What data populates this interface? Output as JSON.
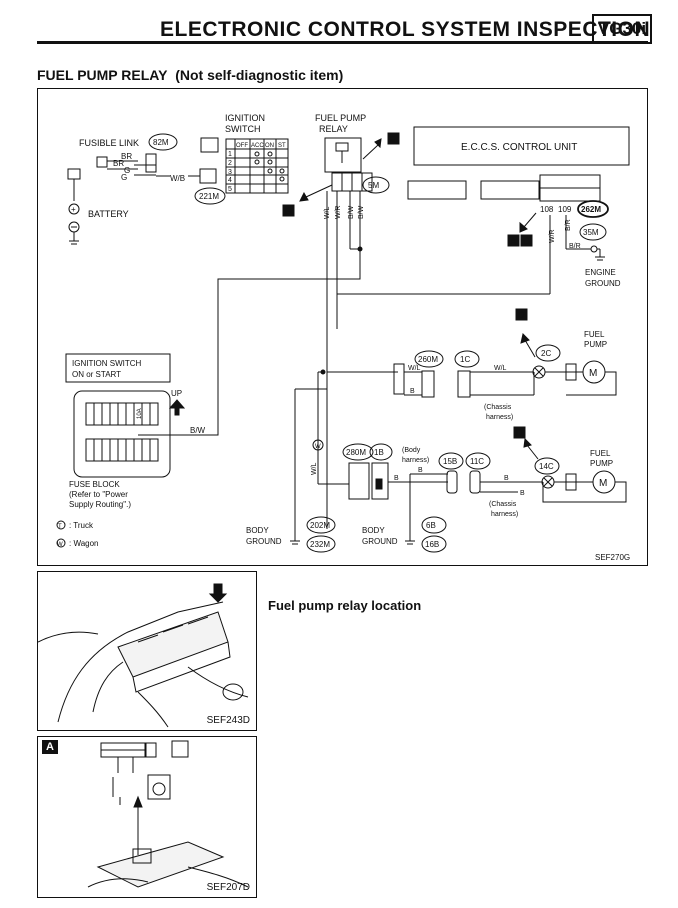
{
  "header": {
    "title": "ELECTRONIC CONTROL SYSTEM INSPECTION",
    "model": "VG30i"
  },
  "section": {
    "heading": "FUEL PUMP RELAY",
    "subheading": "(Not self-diagnostic item)"
  },
  "diagram": {
    "code": "SEF270G",
    "fusible_link": "FUSIBLE LINK",
    "battery": "BATTERY",
    "ignition_switch": [
      "IGNITION",
      "SWITCH"
    ],
    "fuel_pump_relay": [
      "FUEL PUMP",
      "RELAY"
    ],
    "eccs": "E.C.C.S. CONTROL UNIT",
    "engine_ground": [
      "ENGINE",
      "GROUND"
    ],
    "ign_on_start": [
      "IGNITION SWITCH",
      "ON or START"
    ],
    "fuse": "10A",
    "up": "UP",
    "fuse_block": [
      "FUSE BLOCK",
      "(Refer to \"Power",
      "Supply Routing\".)"
    ],
    "fuel_pump": [
      "FUEL",
      "PUMP"
    ],
    "chassis_harness": [
      "(Chassis",
      "harness)"
    ],
    "body_harness": [
      "(Body",
      "harness)"
    ],
    "body_ground": [
      "BODY",
      "GROUND"
    ],
    "legend_truck": ": Truck",
    "legend_wagon": ": Wagon",
    "legend_t": "T",
    "legend_w": "W",
    "ign_table": {
      "headers": [
        "OFF",
        "ACC",
        "ON",
        "ST"
      ],
      "rows": [
        "1",
        "2",
        "3",
        "4",
        "5"
      ]
    },
    "connectors": [
      "82M",
      "221M",
      "5M",
      "262M",
      "35M",
      "260M",
      "1C",
      "2C",
      "280M",
      "1B",
      "15B",
      "11C",
      "14C",
      "202M",
      "232M",
      "6B",
      "16B"
    ],
    "terminals": [
      "108",
      "109"
    ],
    "wires": [
      "BR",
      "BR",
      "G",
      "G",
      "W/B",
      "W/L",
      "W/R",
      "B/W",
      "B/W",
      "W/R",
      "B/R",
      "B/R",
      "W/L",
      "B",
      "B/W",
      "W/L",
      "B",
      "W/L",
      "W/L",
      "B",
      "B",
      "B",
      "B",
      "M"
    ],
    "ref_markers": [
      "B",
      "E",
      "A",
      "C",
      "D",
      "D"
    ]
  },
  "photos": [
    {
      "code": "SEF243D",
      "caption": "Fuel pump relay location"
    },
    {
      "code": "SEF207D",
      "marker": "A"
    }
  ]
}
